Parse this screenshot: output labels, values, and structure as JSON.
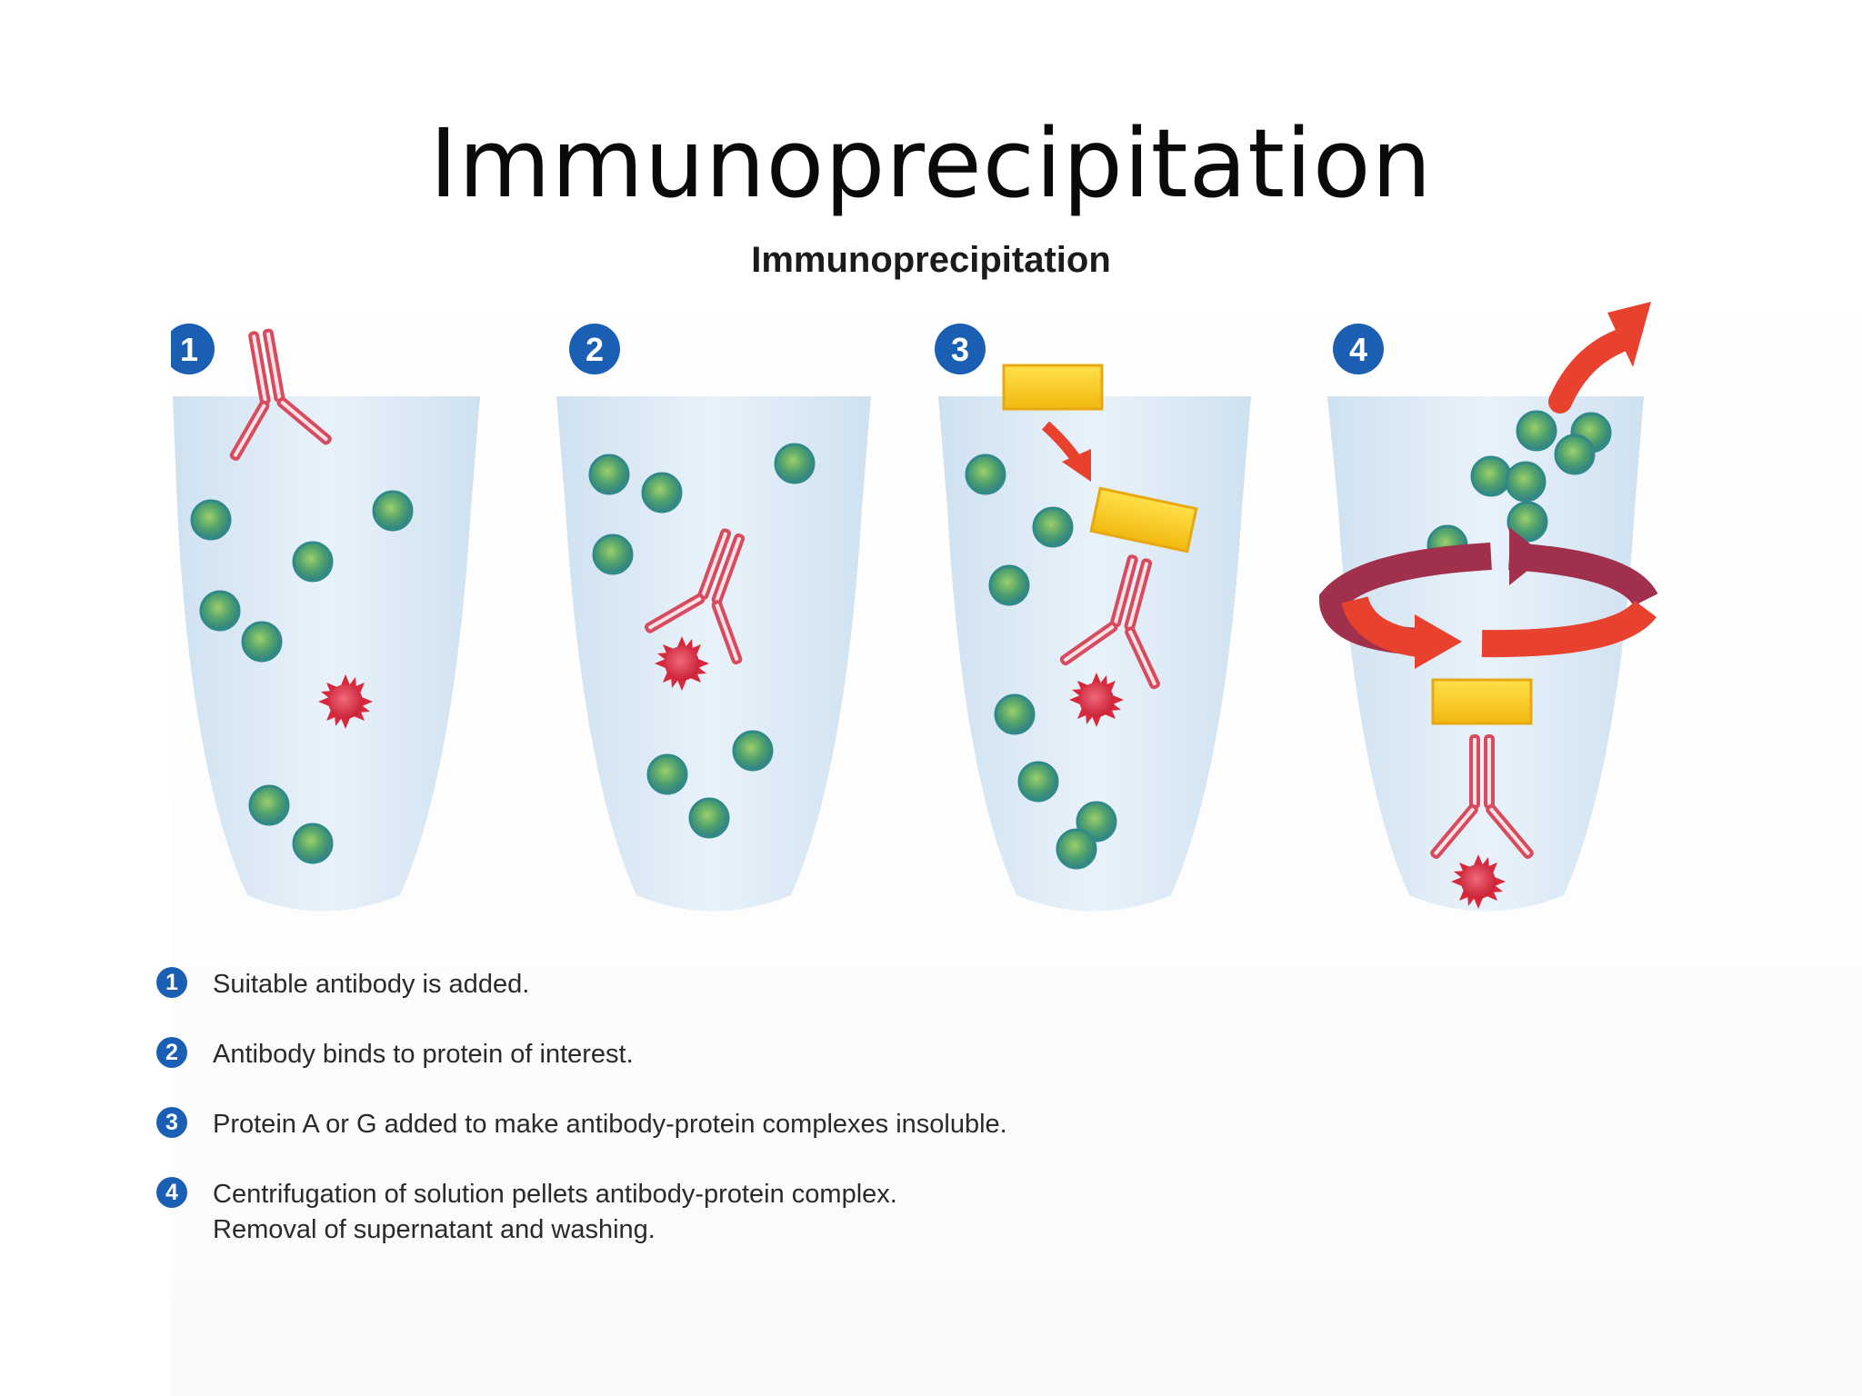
{
  "slide": {
    "title": "Immunoprecipitation"
  },
  "figure": {
    "title": "Immunoprecipitation",
    "steps": [
      {
        "number": "1"
      },
      {
        "number": "2"
      },
      {
        "number": "3"
      },
      {
        "number": "4"
      }
    ],
    "legend": [
      {
        "number": "1",
        "line1": "Suitable antibody is added.",
        "line2": ""
      },
      {
        "number": "2",
        "line1": "Antibody binds to protein of interest.",
        "line2": ""
      },
      {
        "number": "3",
        "line1": "Protein A or G added to make antibody-protein complexes insoluble.",
        "line2": ""
      },
      {
        "number": "4",
        "line1": "Centrifugation of solution pellets antibody-protein complex.",
        "line2": "Removal of supernatant and washing."
      }
    ],
    "colors": {
      "tube": "#d3e5f3",
      "protein_bead": "#3e9a82",
      "antibody": "#d84a5e",
      "target_protein": "#d8283c",
      "protein_ag": "#f5c516",
      "arrow": "#e8412e",
      "step_badge": "#1a5fb4"
    },
    "icons": [
      "antibody-icon",
      "protein-bead-icon",
      "target-protein-icon",
      "protein-ag-block-icon",
      "arrow-icon",
      "rotation-arrow-icon"
    ]
  }
}
